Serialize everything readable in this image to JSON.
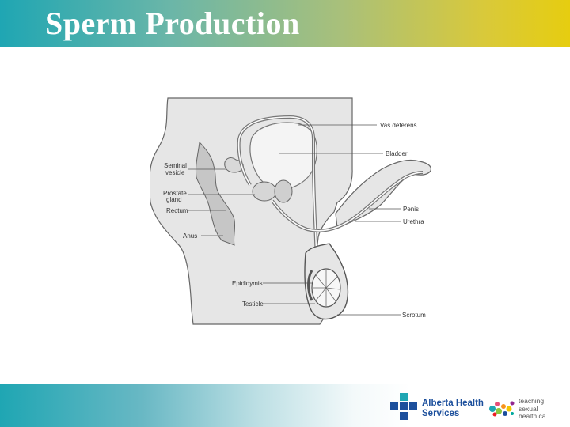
{
  "slide": {
    "title": "Sperm Production"
  },
  "diagram": {
    "labels": {
      "vas_deferens": "Vas deferens",
      "bladder": "Bladder",
      "seminal_vesicle_1": "Seminal",
      "seminal_vesicle_2": "vesicle",
      "prostate_1": "Prostate",
      "prostate_2": "gland",
      "rectum": "Rectum",
      "anus": "Anus",
      "penis": "Penis",
      "urethra": "Urethra",
      "epididymis": "Epididymis",
      "testicle": "Testicle",
      "scrotum": "Scrotum"
    }
  },
  "footer": {
    "ahs_line1": "Alberta Health",
    "ahs_line2": "Services",
    "tsh_line1": "teaching",
    "tsh_line2": "sexual",
    "tsh_line3": "health.ca",
    "colors": {
      "ahs_blue": "#1c4f9c",
      "ahs_teal": "#1fa6b3"
    }
  }
}
